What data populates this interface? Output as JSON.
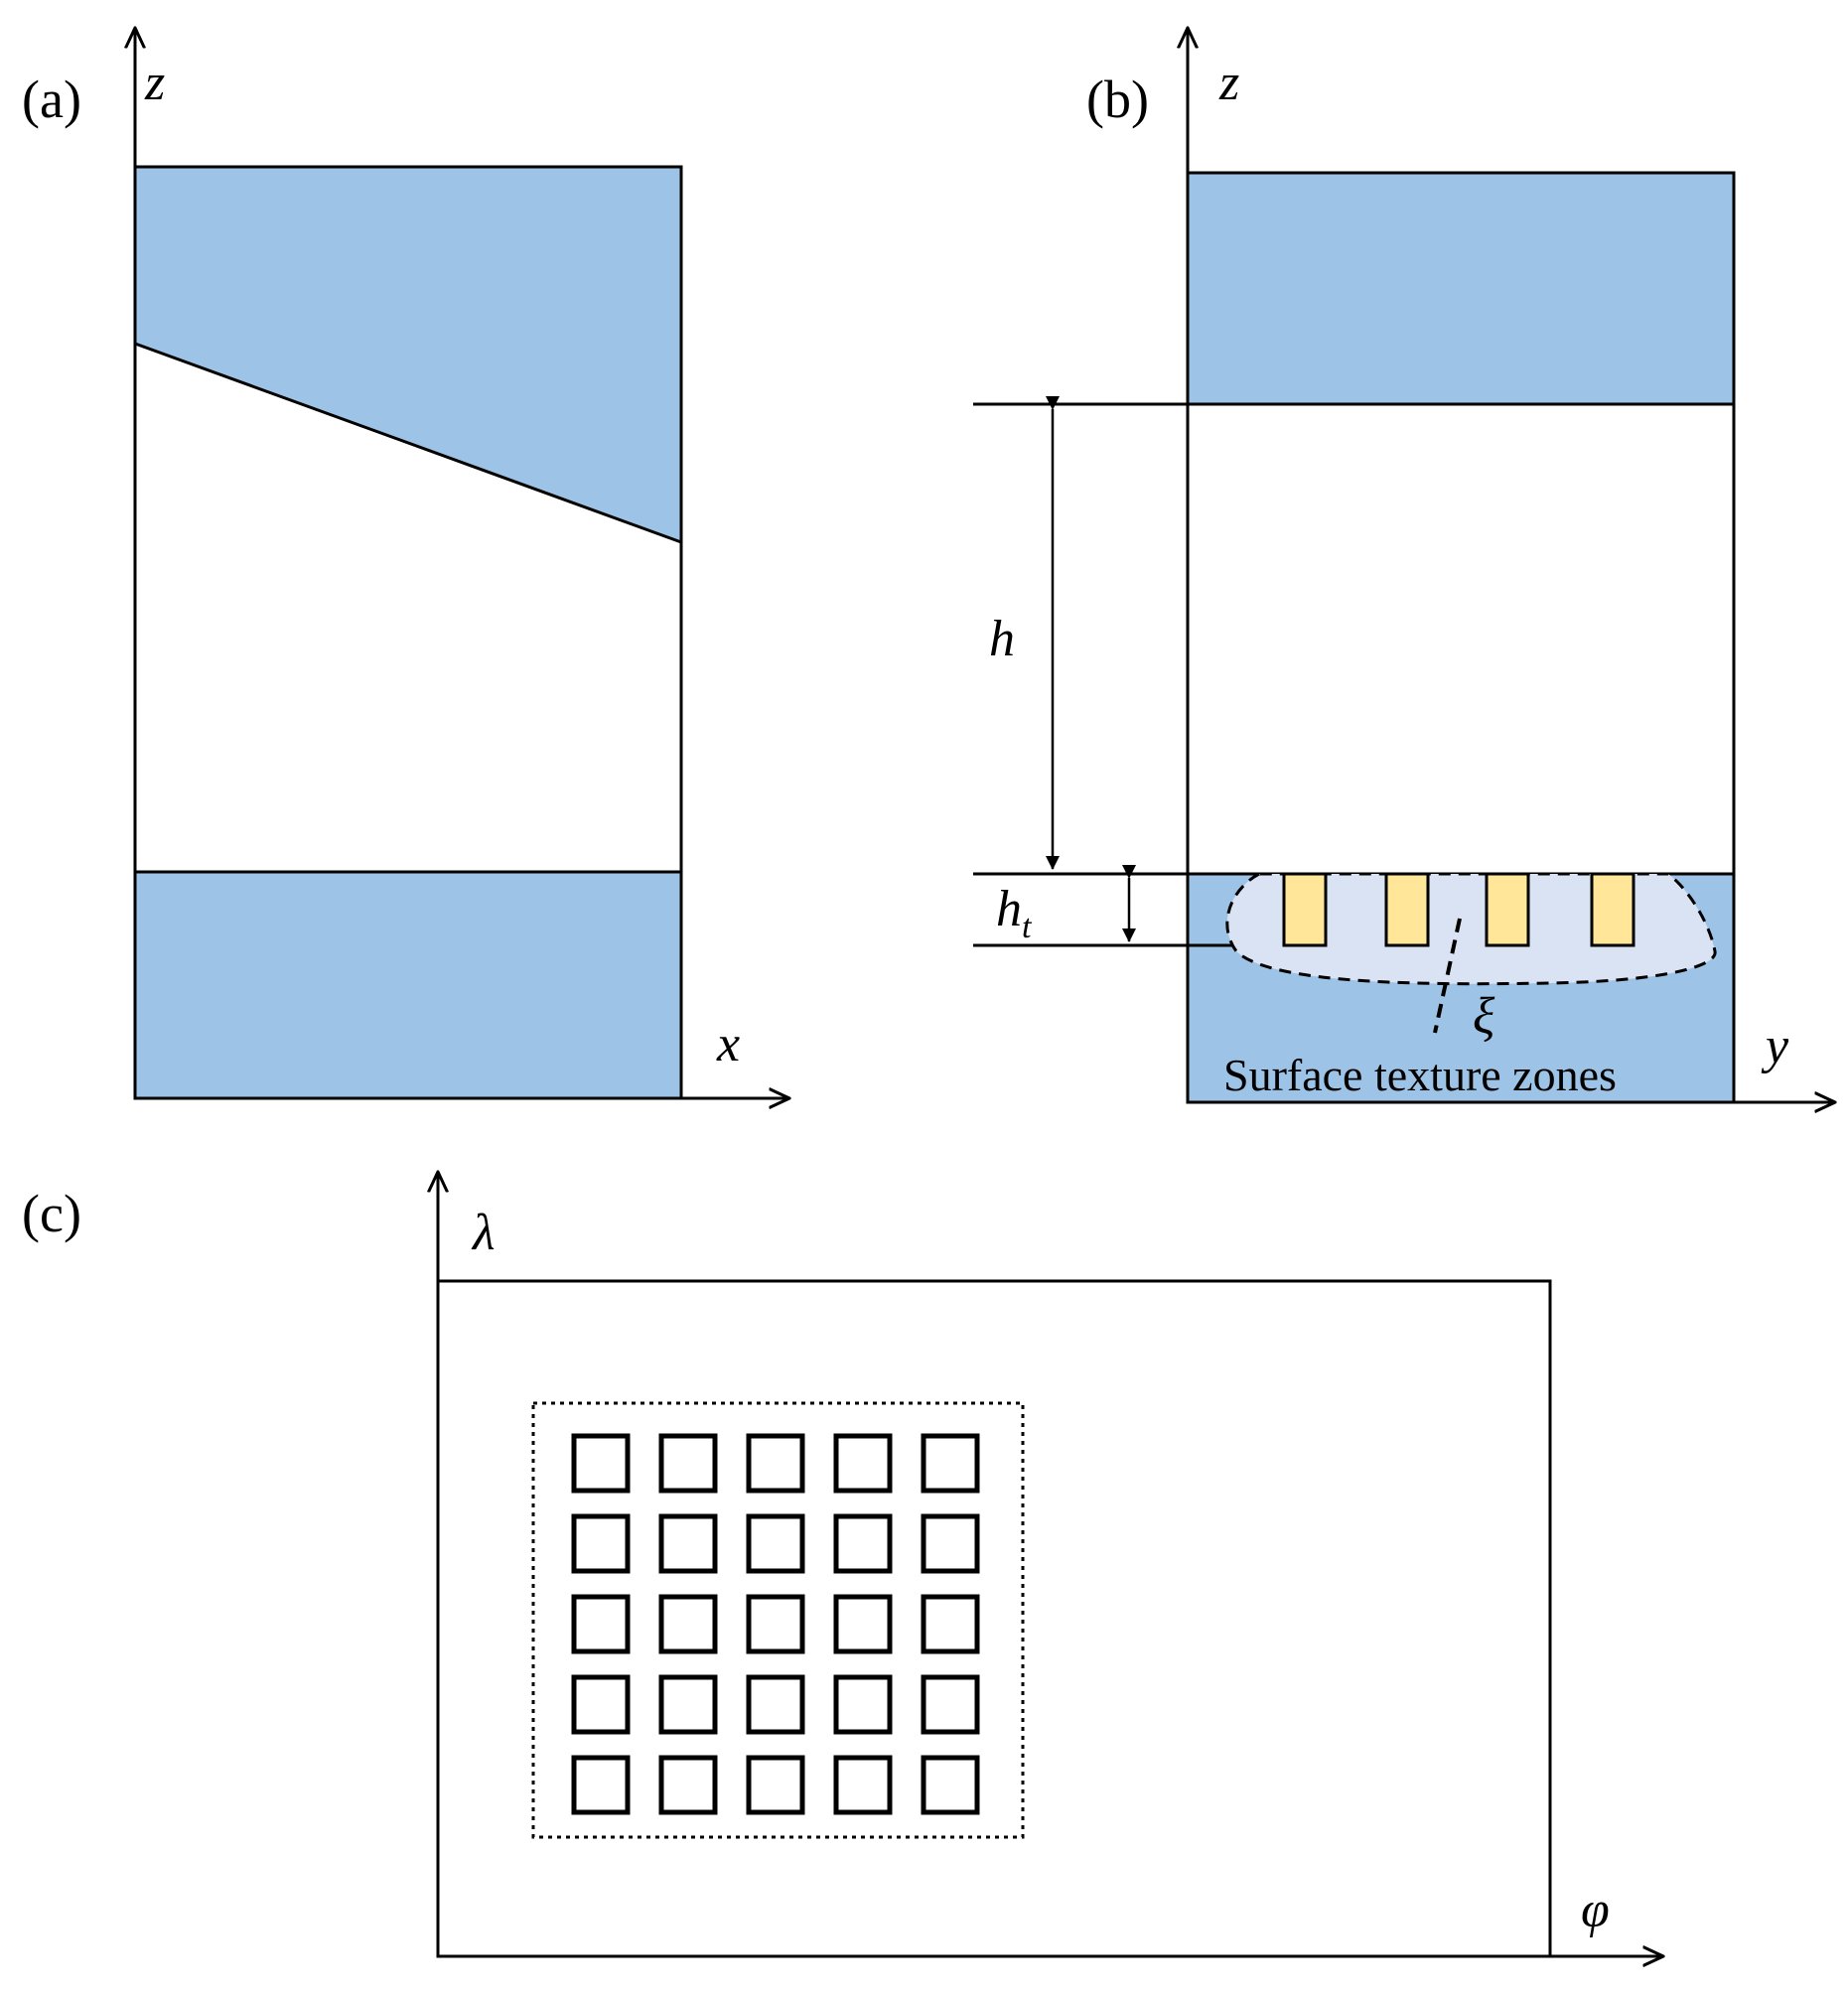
{
  "colors": {
    "blue_fill": "#9dc3e6",
    "light_blue_fill": "#dae3f3",
    "texture_fill": "#ffe699",
    "stroke": "#000000",
    "background": "#ffffff"
  },
  "panel_a": {
    "label": "(a)",
    "axis_z": "z",
    "axis_x": "x"
  },
  "panel_b": {
    "label": "(b)",
    "axis_z": "z",
    "axis_y": "y",
    "dim_h": "h",
    "dim_ht_base": "h",
    "dim_ht_sub": "t",
    "xi": "ξ",
    "zone_caption": "Surface texture zones"
  },
  "panel_c": {
    "label": "(c)",
    "axis_lambda": "λ",
    "axis_phi": "φ",
    "grid_rows": 5,
    "grid_cols": 5
  }
}
